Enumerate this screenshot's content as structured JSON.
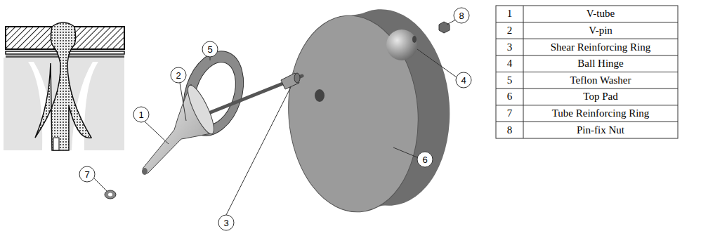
{
  "diagram": {
    "labels": [
      "8",
      "5",
      "2",
      "1",
      "4",
      "6",
      "7",
      "3",
      "1",
      "V-tube",
      "2",
      "V-pin",
      "3",
      "Shear Reinforcing Ring",
      "4",
      "Ball Hinge",
      "5",
      "Teflon Washer",
      "6",
      "Top Pad",
      "7",
      "Tube Reinforcing Ring",
      "8",
      "Pin-fix Nut"
    ]
  }
}
